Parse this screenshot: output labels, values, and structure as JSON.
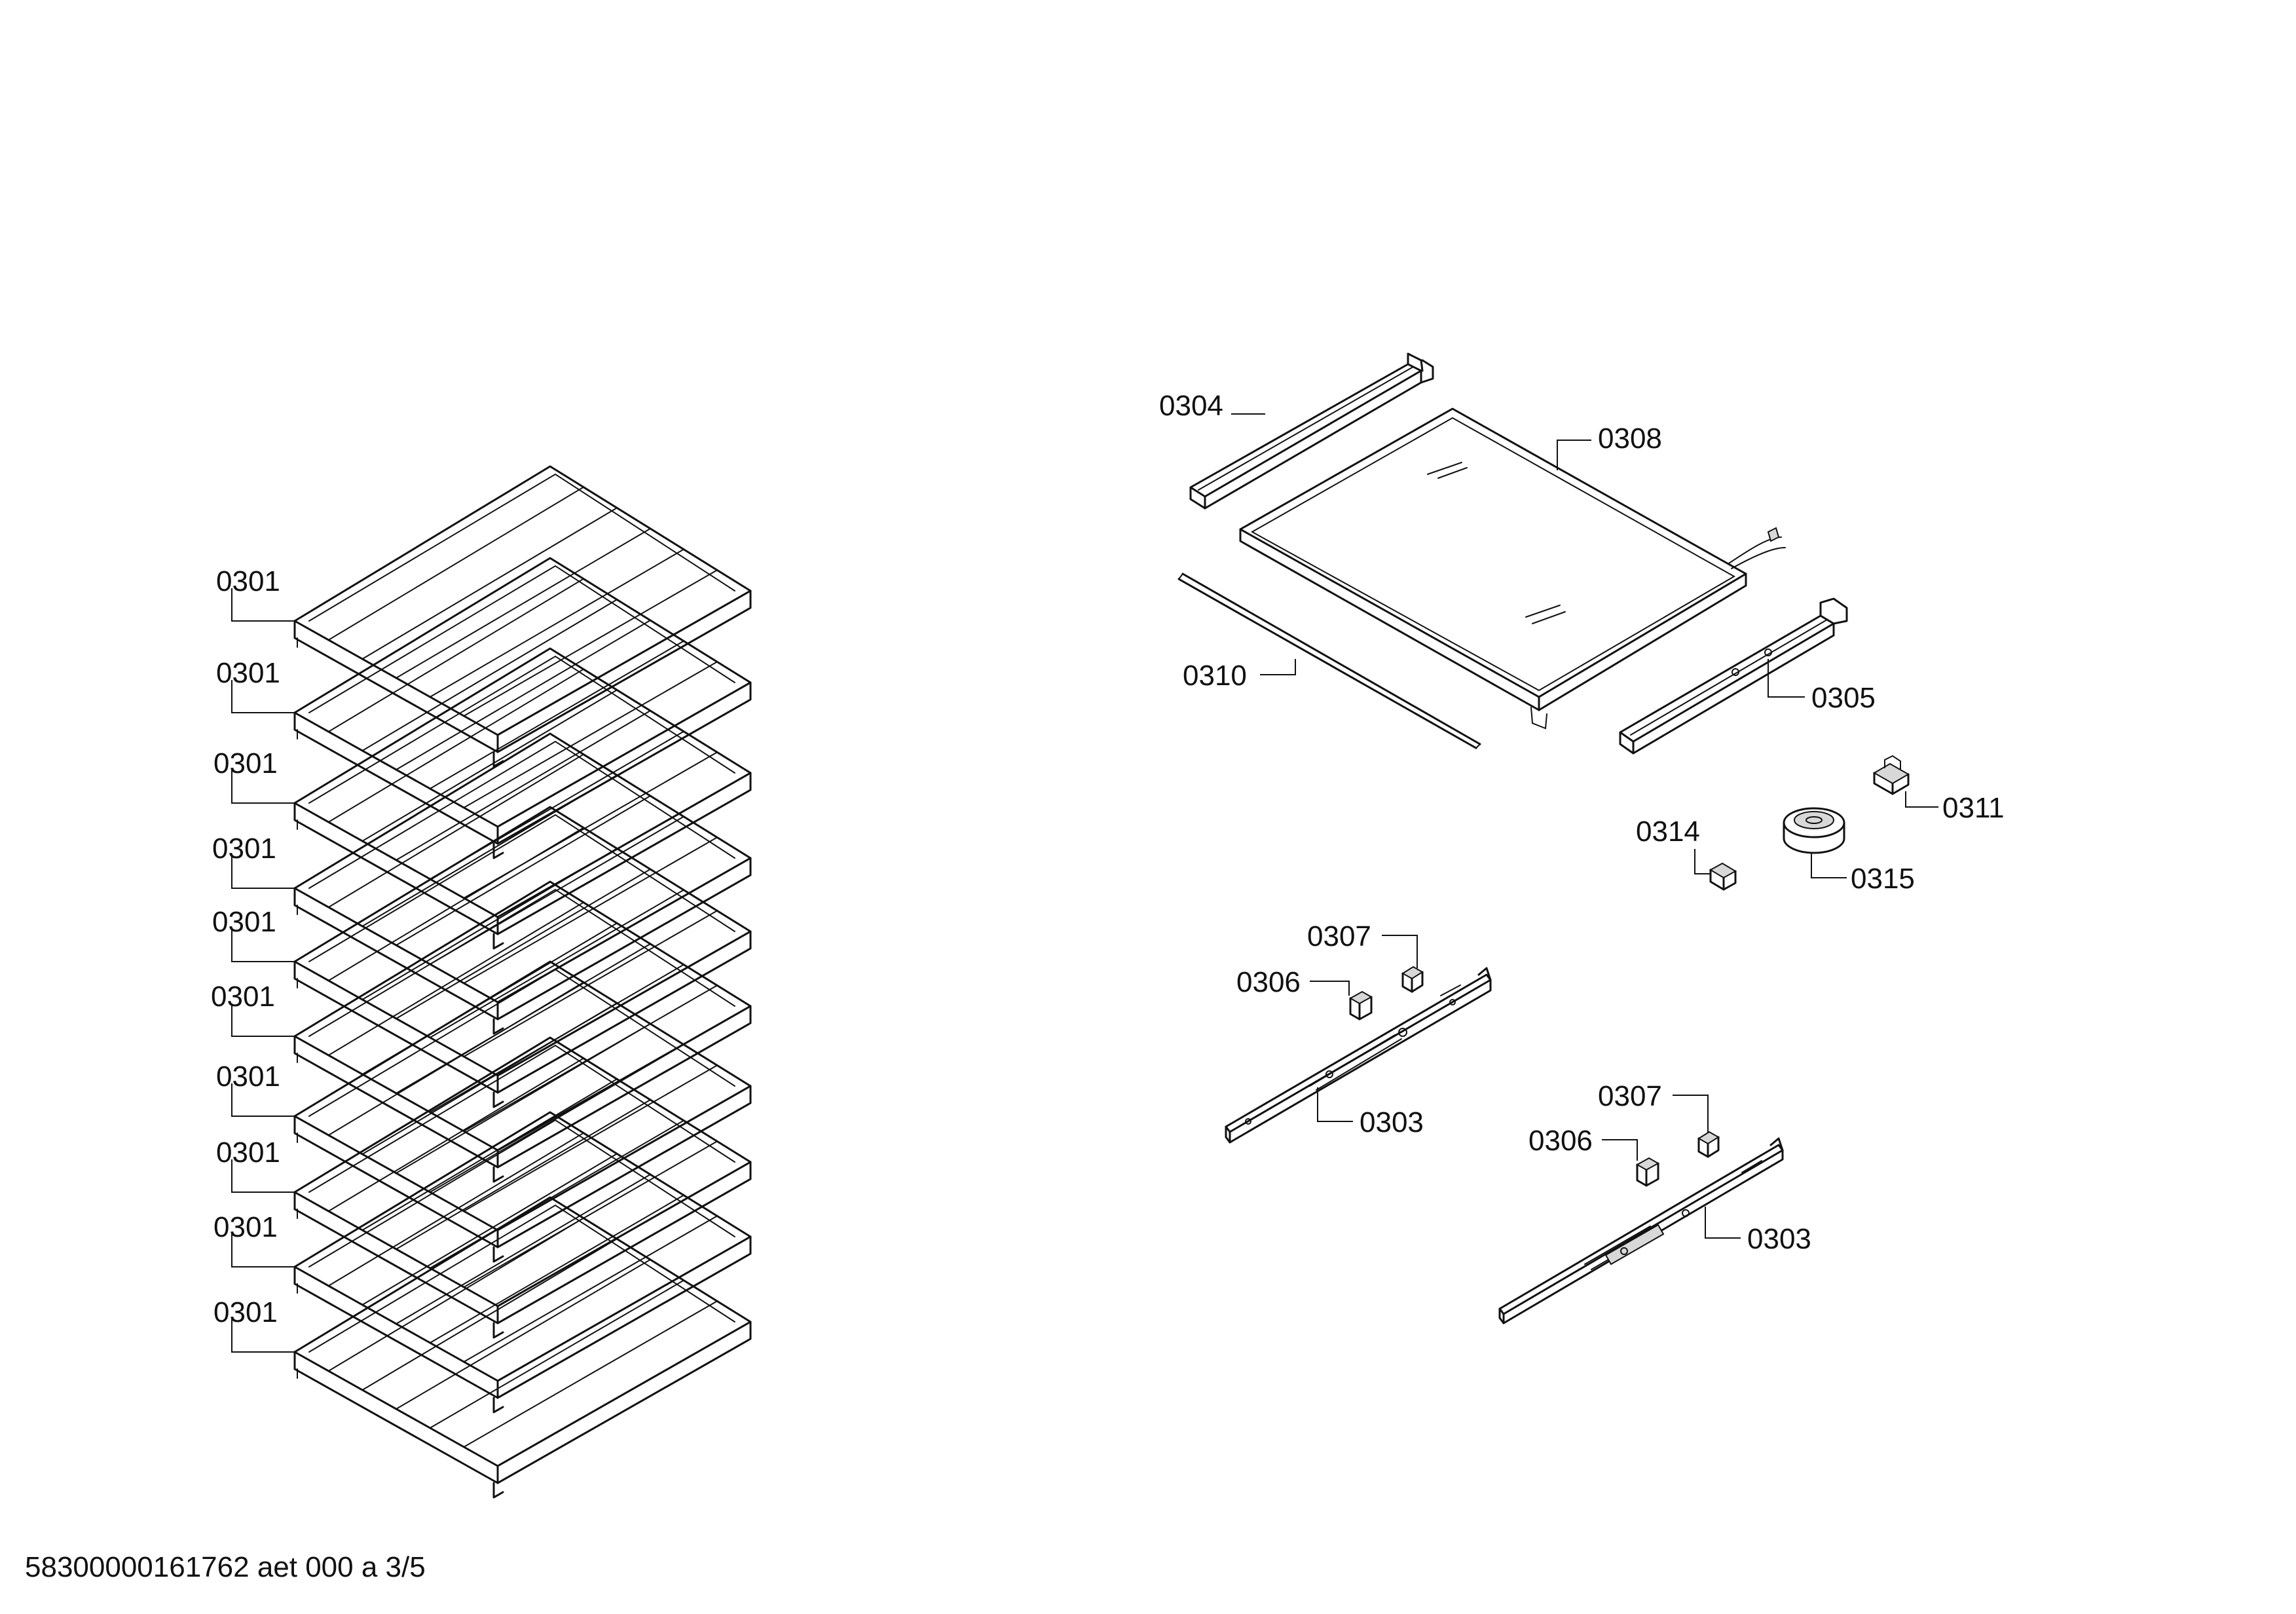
{
  "document": {
    "footer_id": "58300000161762 aet 000 a 3/5"
  },
  "callouts": {
    "shelf": "0301",
    "rail": "0303",
    "top_bar": "0304",
    "side_bar": "0305",
    "clip_a": "0306",
    "clip_b": "0307",
    "glass_plate": "0308",
    "rod": "0310",
    "connector": "0311",
    "switch": "0314",
    "fan": "0315"
  }
}
